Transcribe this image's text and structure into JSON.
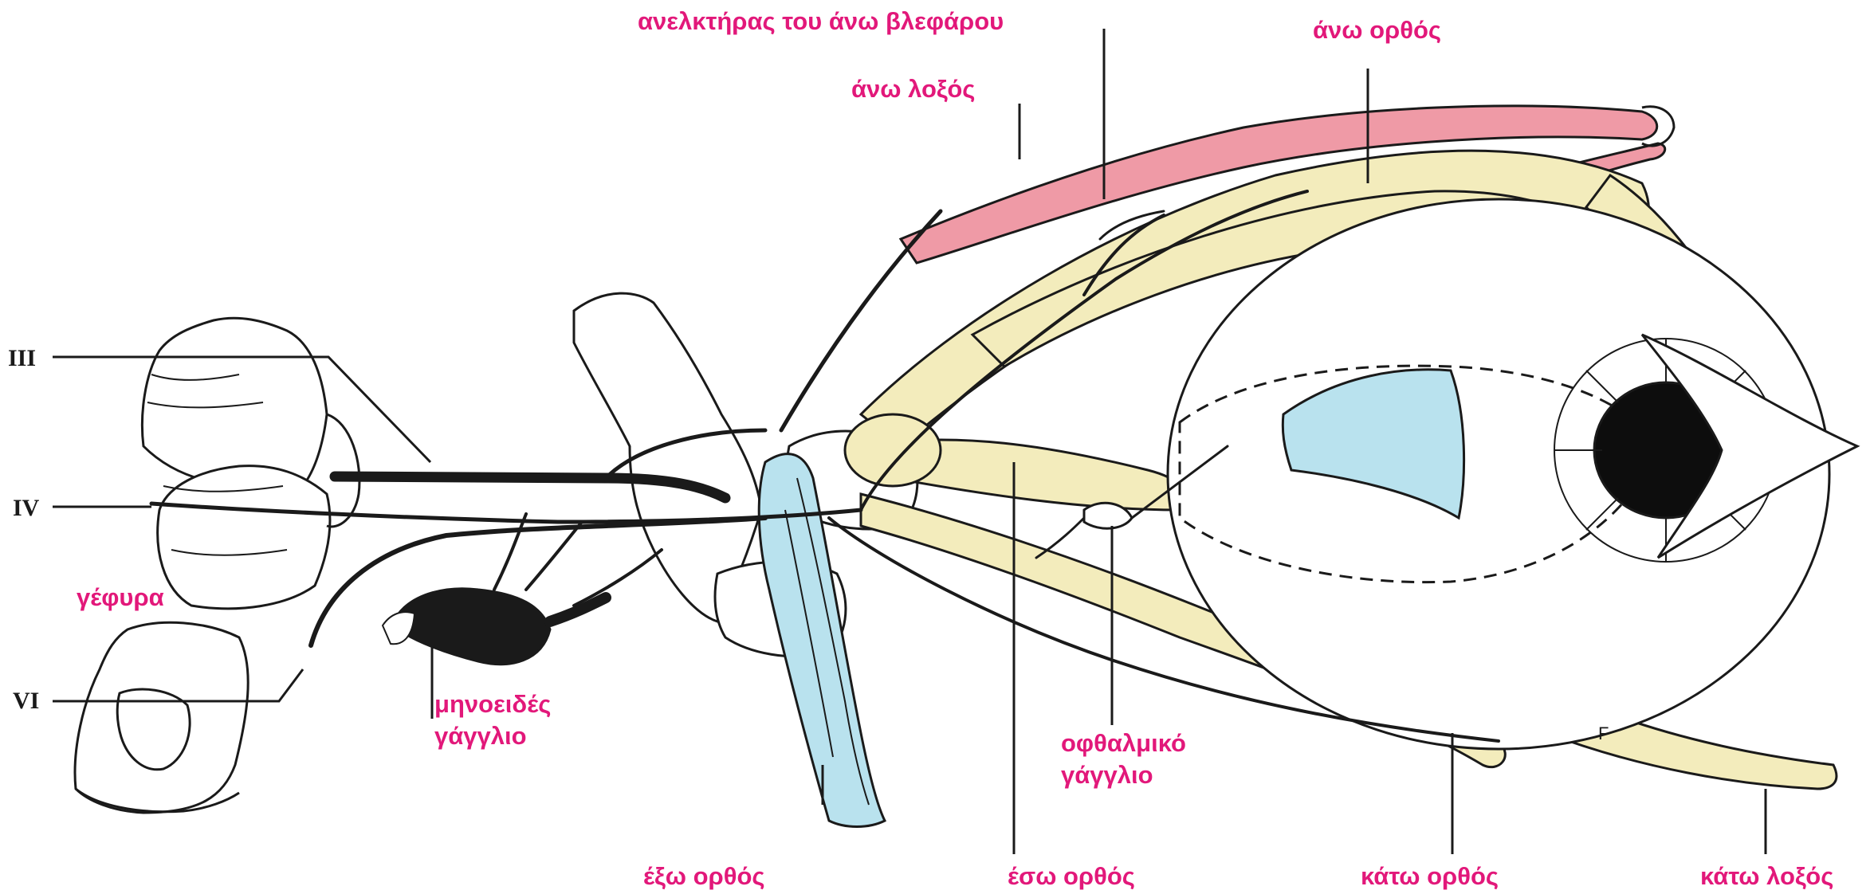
{
  "colors": {
    "label": "#e2187a",
    "roman": "#1a1a1a",
    "nerve": "#1a1a1a",
    "muscle_yellow": "#f3ecbc",
    "muscle_pink": "#ef9aa6",
    "muscle_blue": "#b9e2ee",
    "eyeball": "#ffffff",
    "pupil": "#0d0d0d"
  },
  "diagram": {
    "labels": {
      "levator": "ανελκτήρας του άνω βλεφάρου",
      "superior_rectus": "άνω ορθός",
      "superior_oblique": "άνω λοξός",
      "lateral_rectus": "έξω ορθός",
      "medial_rectus": "έσω ορθός",
      "inferior_rectus": "κάτω ορθός",
      "inferior_oblique": "κάτω λοξός",
      "pons": "γέφυρα",
      "trigeminal_ganglion": [
        "μηνοειδές",
        "γάγγλιο"
      ],
      "ciliary_ganglion": [
        "οφθαλμικό",
        "γάγγλιο"
      ],
      "artist_initial": "F"
    },
    "nerves": {
      "oculomotor": "III",
      "trochlear": "IV",
      "abducens": "VI"
    },
    "icons": [
      "eyeball-icon",
      "brainstem-icon",
      "bone-icon"
    ]
  }
}
